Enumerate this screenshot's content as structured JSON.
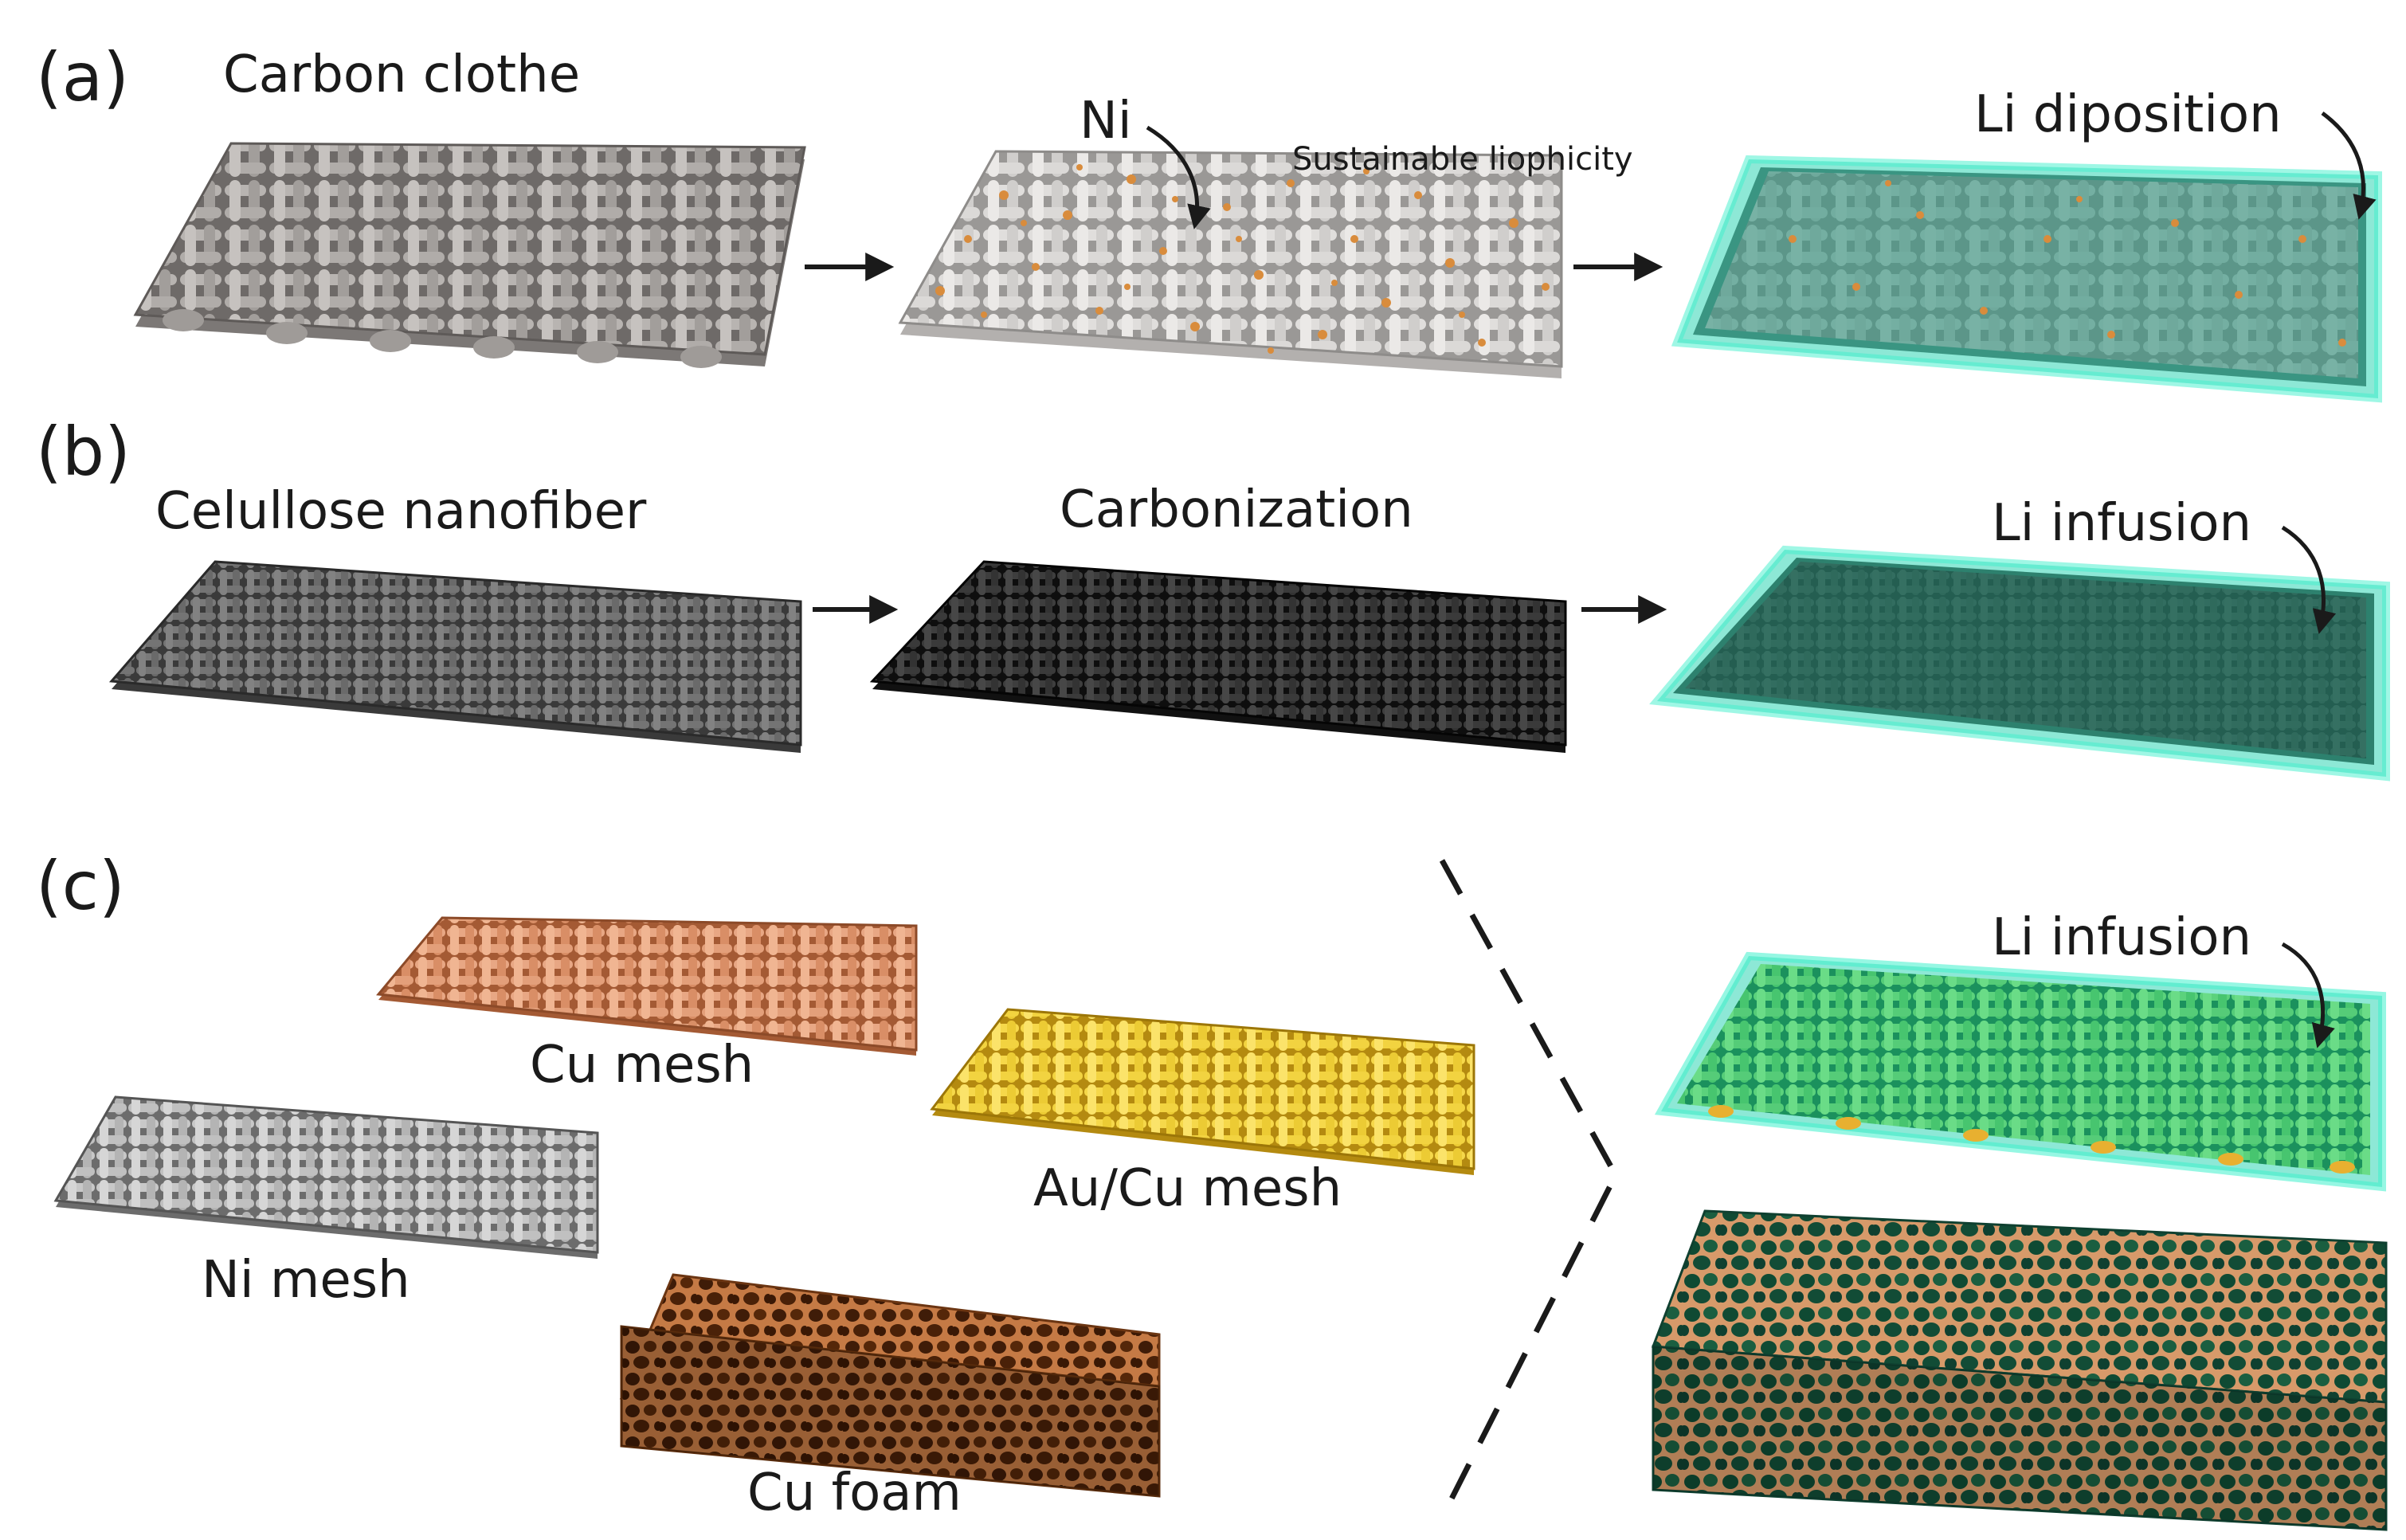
{
  "panels": {
    "a": {
      "letter": "(a)",
      "title": "Carbon clothe",
      "ni_label": "Ni",
      "note": "Sustainable liophicity",
      "result_label": "Li diposition"
    },
    "b": {
      "letter": "(b)",
      "title": "Celullose nanofiber",
      "step_label": "Carbonization",
      "result_label": "Li infusion"
    },
    "c": {
      "letter": "(c)",
      "cu_mesh": "Cu mesh",
      "ni_mesh": "Ni mesh",
      "au_cu_mesh": "Au/Cu mesh",
      "cu_foam": "Cu foam",
      "result_label": "Li infusion"
    }
  },
  "colors": {
    "carbon_cloth": "#8a8684",
    "ni_particles": "#d98c3c",
    "lithium": "#2fd6b4",
    "lithium_dark": "#1f7a66",
    "cellulose": "#5a5a5a",
    "carbonized": "#222222",
    "copper": "#d4875a",
    "gold": "#e8c02a",
    "nickel": "#a8a8a8",
    "cu_foam": "#7a3b14"
  }
}
